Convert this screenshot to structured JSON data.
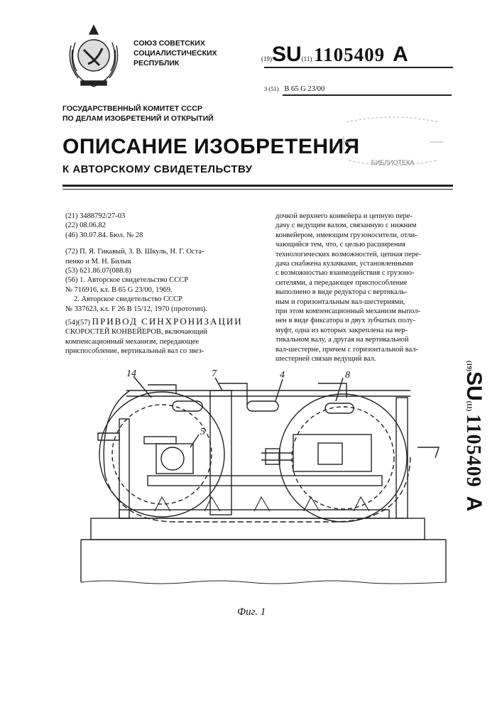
{
  "header": {
    "org_lines": [
      "СОЮЗ СОВЕТСКИХ",
      "СОЦИАЛИСТИЧЕСКИХ",
      "РЕСПУБЛИК"
    ],
    "code19": "(19)",
    "country": "SU",
    "code11": "(11)",
    "patent_number": "1105409",
    "kind": "A",
    "ipc_prefix": "3 (51)",
    "ipc": "B 65 G 23/00",
    "committee_lines": [
      "ГОСУДАРСТВЕННЫЙ КОМИТЕТ СССР",
      "ПО ДЕЛАМ ИЗОБРЕТЕНИЙ И ОТКРЫТИЙ"
    ],
    "title": "ОПИСАНИЕ ИЗОБРЕТЕНИЯ",
    "subtitle": "К АВТОРСКОМУ СВИДЕТЕЛЬСТВУ"
  },
  "bibliography": [
    "(21) 3488792/27-03",
    "(22) 08.06.82",
    "(46) 30.07.84. Бюл. № 28",
    "",
    "(72) П. Я. Гикавый, З. В. Шкуль, Н. Г. Оста-",
    "пенко и М. Н. Билык",
    "(53) 621.86.07(088.8)",
    "(56) 1. Авторское свидетельство СССР",
    "№ 716916, кл. В 65 G 23/00, 1969.",
    "2. Авторское свидетельство СССР",
    "№ 337623, кл. F 26 В 15/12, 1970 (прототип)."
  ],
  "claim_label": "(54)(57)",
  "claim_heading": "ПРИВОД СИНХРОНИЗАЦИИ",
  "claim_first_lines": [
    "СКОРОСТЕЙ КОНВЕЙЕРОВ, включающий",
    "компенсационный механизм, передающее",
    "приспособление, вертикальный вал со звез-"
  ],
  "abstract_lines": [
    "дочкой верхнего конвейера и цепную пере-",
    "дачу с ведущим валом, связанную с нижним",
    "конвейером, имеющим грузоносители, отли-",
    "чающийся тем, что, с целью расширения",
    "технологических возможностей, цепная пере-",
    "дача снабжена кулачками, установленными",
    "с возможностью взаимодействия с грузоно-",
    "сителями, а передающее приспособление",
    "выполнено в виде редуктора с вертикаль-",
    "ным и горизонтальным вал-шестернями,",
    "при этом компенсационный механизм выпол-",
    "нен в виде фиксатора и двух зубчатых полу-",
    "муфт, одна из которых закреплена на вер-",
    "тикальном валу, а другая на вертикальной",
    "вал-шестерне, причем с горизонтальной вал-",
    "шестерней связан ведущий вал."
  ],
  "side_code": {
    "code19": "(19)",
    "country": "SU",
    "code11": "(11)",
    "number": "1105409",
    "kind": "A"
  },
  "figure": {
    "labels": {
      "l14": "14",
      "l7": "7",
      "l4": "4",
      "l8": "8",
      "l5": "5"
    },
    "caption": "Фиг. 1"
  },
  "stamp_text": "БИБЛИОТЕКА"
}
